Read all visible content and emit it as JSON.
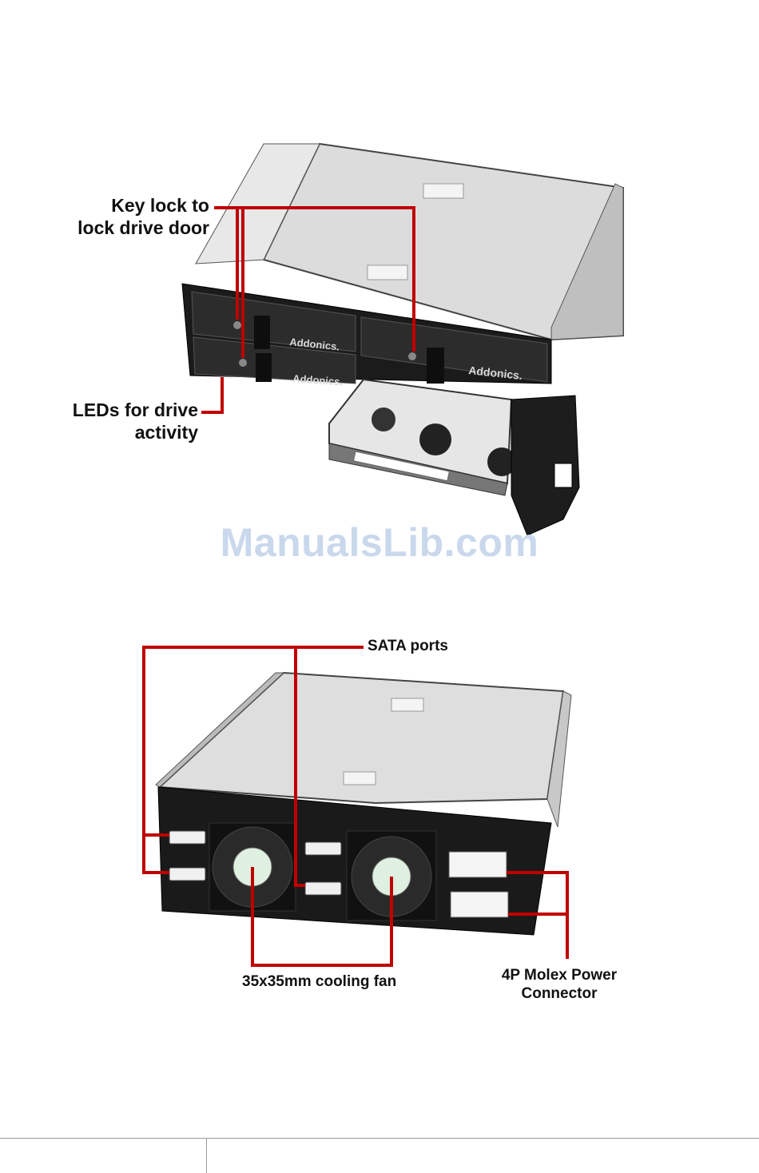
{
  "figure_front": {
    "brand_text": "Addonics.",
    "callouts": {
      "key_lock": "Key lock to\nlock drive door",
      "leds": "LEDs for drive\nactivity"
    }
  },
  "figure_back": {
    "callouts": {
      "sata_ports": "SATA ports",
      "cooling_fan": "35x35mm cooling fan",
      "molex": "4P Molex Power\nConnector"
    }
  },
  "watermark": "ManualsLib.com",
  "colors": {
    "callout_line": "#c00000"
  }
}
